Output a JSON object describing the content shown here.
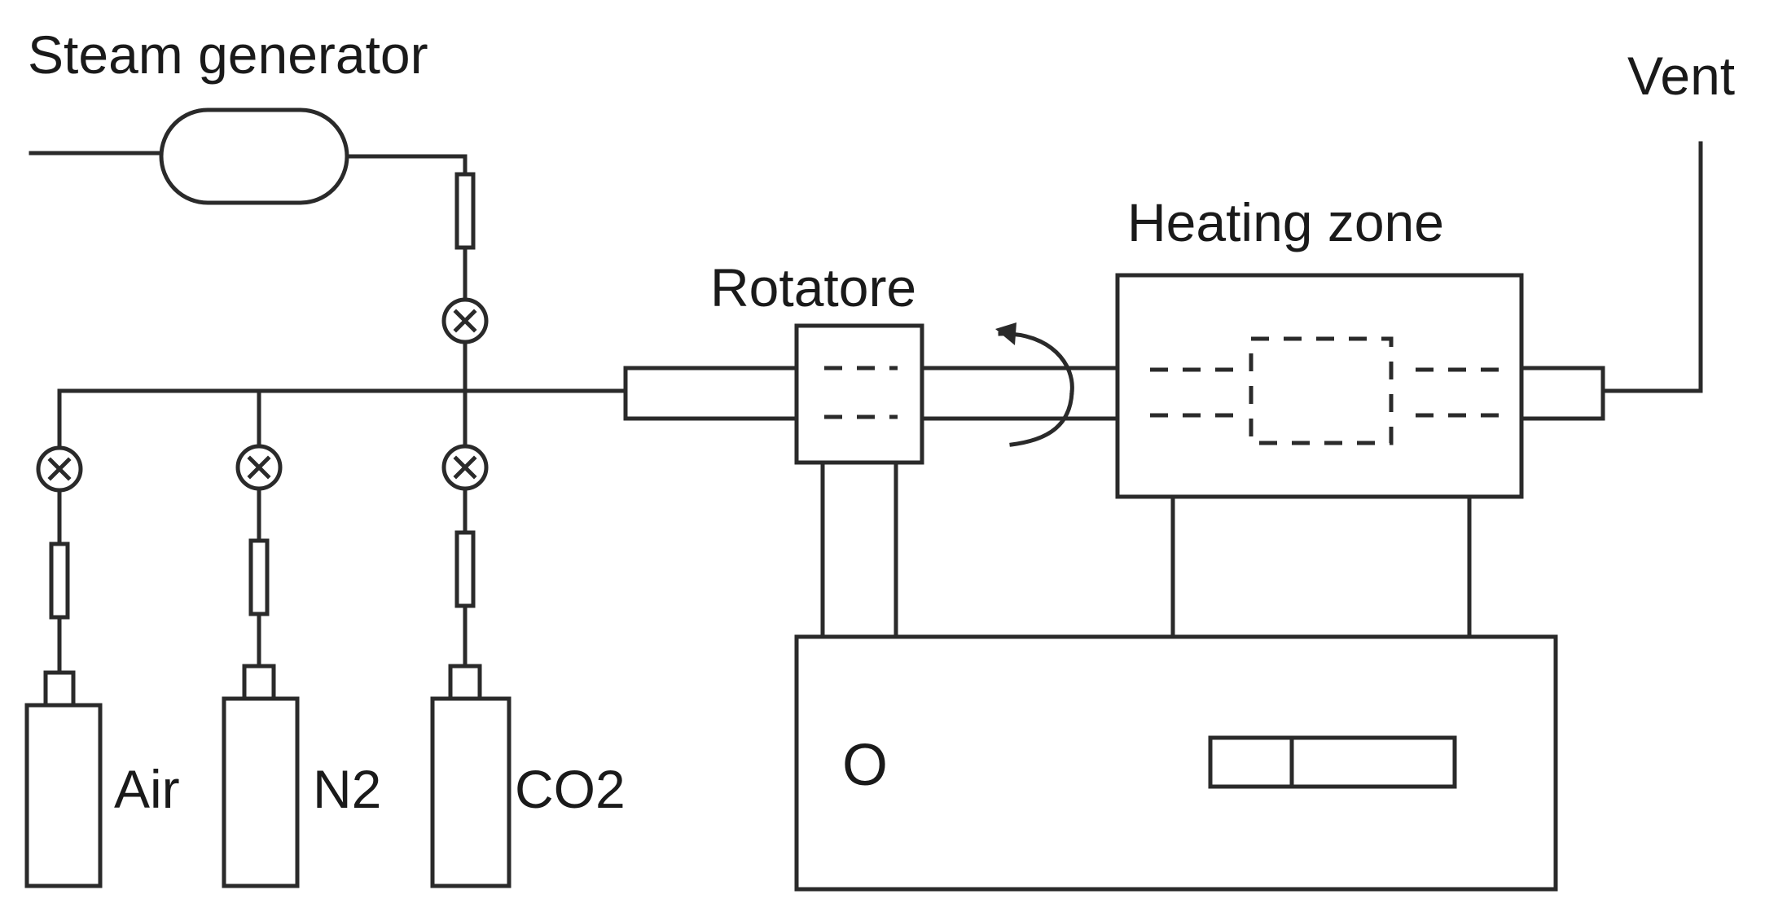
{
  "labels": {
    "steam_generator": "Steam generator",
    "vent": "Vent",
    "heating_zone": "Heating zone",
    "rotator": "Rotatore",
    "air": "Air",
    "n2": "N2",
    "co2": "CO2",
    "control_indicator": "O"
  },
  "colors": {
    "line": "#2a2a2a",
    "text": "#1a1a1a",
    "background": "#ffffff"
  }
}
